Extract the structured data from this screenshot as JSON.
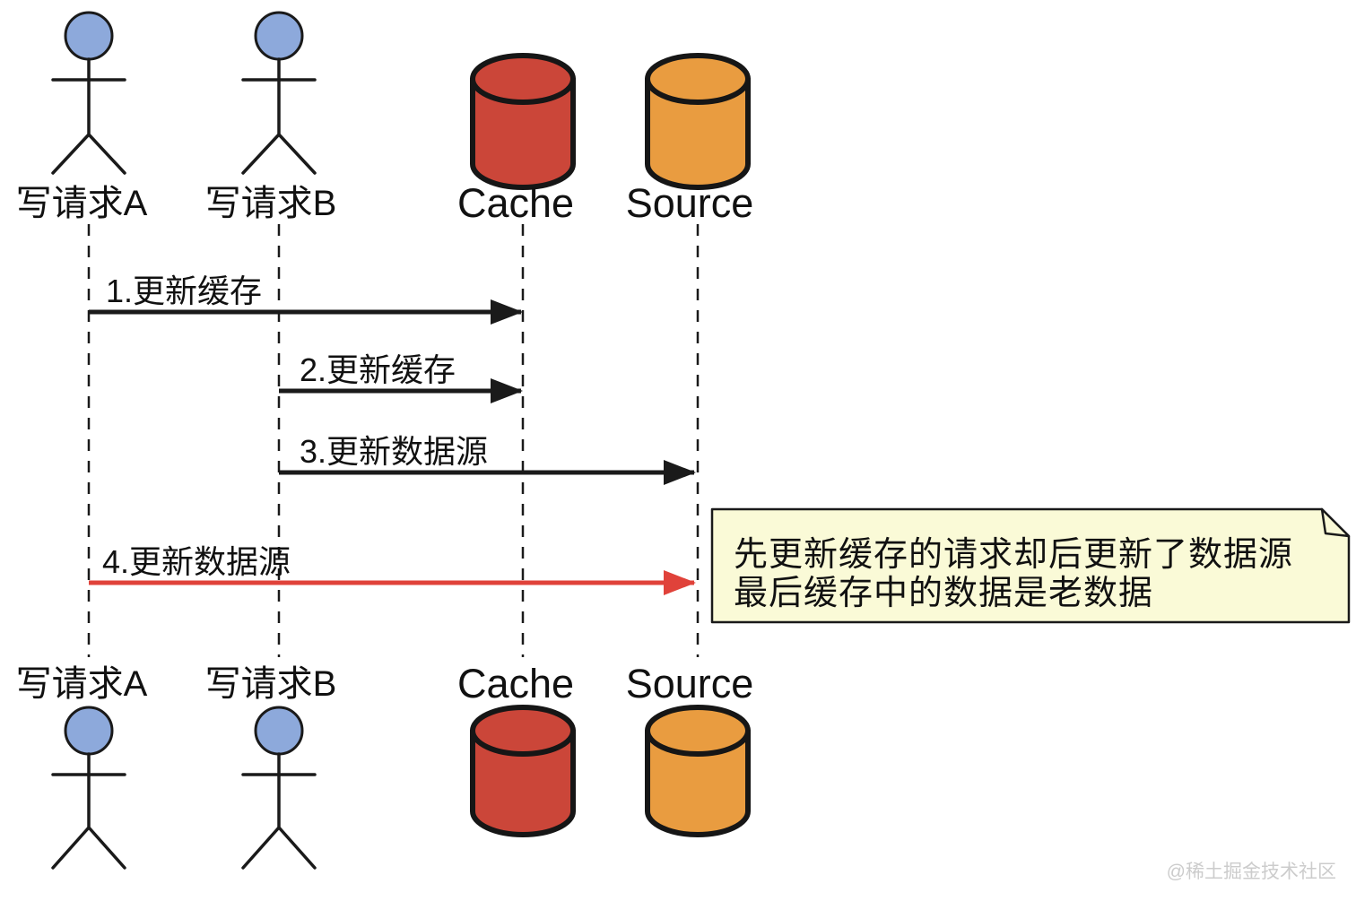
{
  "colors": {
    "actor_head": "#8DA9DB",
    "cache_fill": "#CB4639",
    "source_fill": "#E99C40",
    "red_arrow": "#E0423A",
    "note_fill": "#FAFAD7",
    "watermark": "#CCCCCC"
  },
  "actors": [
    {
      "label": "写请求A"
    },
    {
      "label": "写请求B"
    }
  ],
  "stores": [
    {
      "label": "Cache"
    },
    {
      "label": "Source"
    }
  ],
  "messages": [
    {
      "label": "1.更新缓存"
    },
    {
      "label": "2.更新缓存"
    },
    {
      "label": "3.更新数据源"
    },
    {
      "label": "4.更新数据源"
    }
  ],
  "note": {
    "line1": "先更新缓存的请求却后更新了数据源",
    "line2": "最后缓存中的数据是老数据"
  },
  "watermark": "@稀土掘金技术社区"
}
